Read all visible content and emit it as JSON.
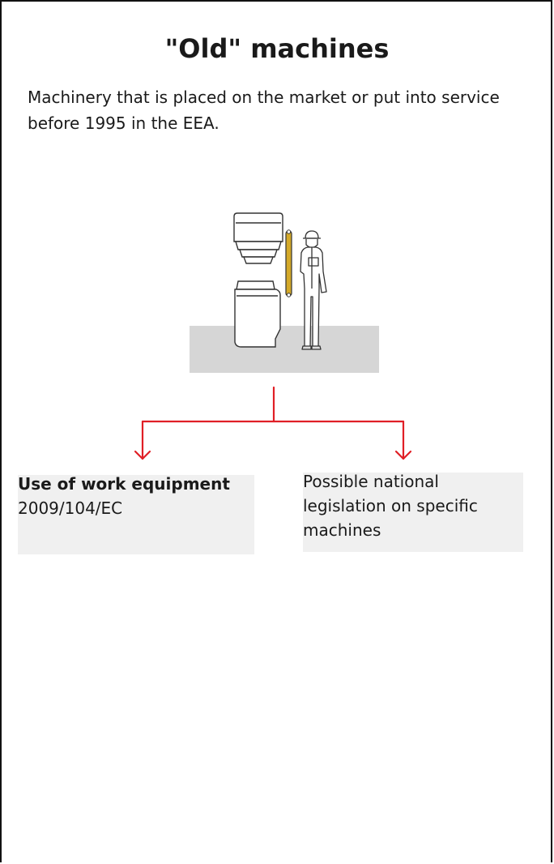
{
  "title": "\"Old\" machines",
  "intro": "Machinery that is placed on the market or put into service before 1995 in the EEA.",
  "colors": {
    "arrow": "#e01f26",
    "box_fill": "#f0f0f0",
    "ground": "#d6d6d6",
    "light_curtain": "#d4a929"
  },
  "left_box": {
    "title": "Use of work equipment",
    "code": "2009/104/EC"
  },
  "right_box": {
    "line1": "Possible national",
    "line2": "legislation on specific",
    "line3": "machines"
  }
}
